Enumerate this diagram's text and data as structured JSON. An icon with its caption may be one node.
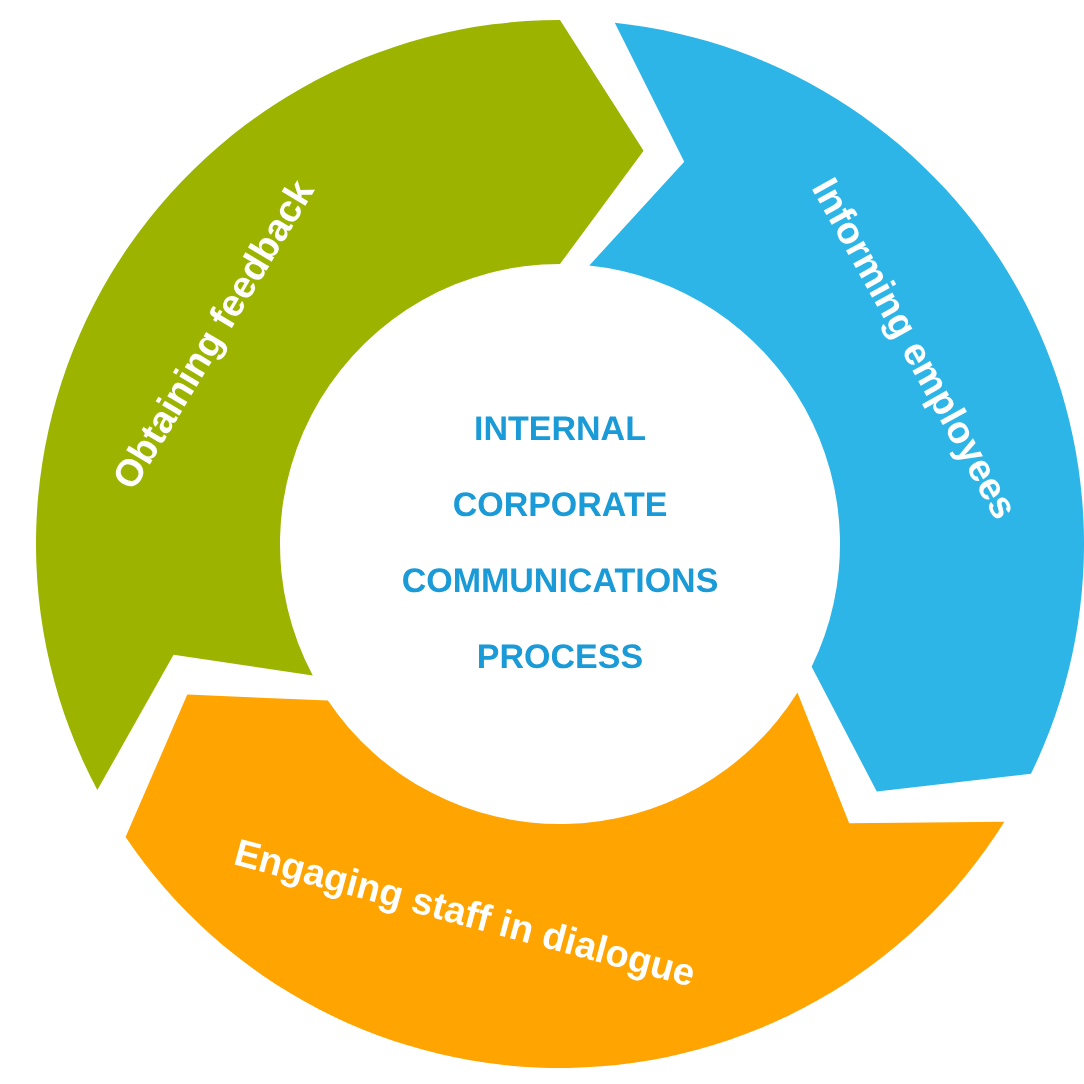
{
  "diagram": {
    "nodes": [
      {
        "text": [
          "INTERNAL CORPORATE COMMUNICATIONS PROCESS"
        ]
      },
      {
        "text": [
          "Obtaining feedback"
        ]
      },
      {
        "text": [
          "Informing employees"
        ]
      },
      {
        "text": [
          "Engaging staff in dialogue"
        ]
      }
    ]
  }
}
